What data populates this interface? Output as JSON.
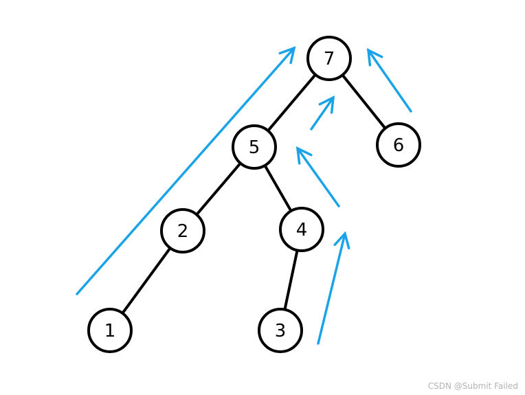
{
  "tree": {
    "nodes": [
      {
        "id": "7",
        "label": "7"
      },
      {
        "id": "5",
        "label": "5"
      },
      {
        "id": "6",
        "label": "6"
      },
      {
        "id": "2",
        "label": "2"
      },
      {
        "id": "4",
        "label": "4"
      },
      {
        "id": "1",
        "label": "1"
      },
      {
        "id": "3",
        "label": "3"
      }
    ],
    "edges": [
      {
        "from": "7",
        "to": "5"
      },
      {
        "from": "7",
        "to": "6"
      },
      {
        "from": "5",
        "to": "2"
      },
      {
        "from": "5",
        "to": "4"
      },
      {
        "from": "2",
        "to": "1"
      },
      {
        "from": "4",
        "to": "3"
      }
    ]
  },
  "style": {
    "node_stroke": "#000000",
    "edge_color": "#000000",
    "arrow_color": "#1aa3e8"
  },
  "watermark": "CSDN @Submit  Failed"
}
